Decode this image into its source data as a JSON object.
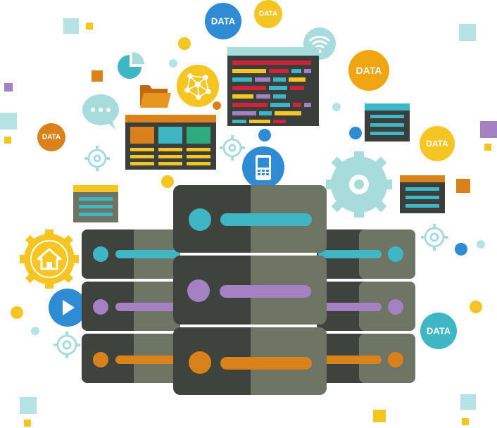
{
  "badges": {
    "data_top_blue": "DATA",
    "data_top_yellow": "DATA",
    "data_orange_right": "DATA",
    "data_left": "DATA",
    "data_yellow_right": "DATA",
    "data_teal_bottom": "DATA"
  },
  "palette": {
    "teal": "#3fb6c3",
    "purple": "#a381c2",
    "orange": "#d9821c",
    "yellow": "#f5c524",
    "blue": "#2f8bd4",
    "dark_panel": "#3b3f3b",
    "server_dark": "#3e433e",
    "server_gray": "#6e7565",
    "light_teal": "#a8dcdc",
    "red": "#d3233b"
  }
}
